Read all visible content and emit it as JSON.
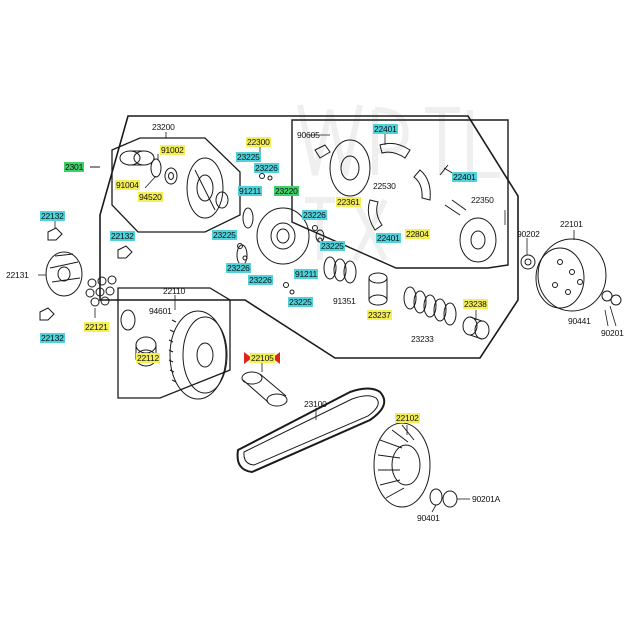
{
  "highlight_colors": {
    "yellow": "#f3ef54",
    "teal": "#4fd2dc",
    "green": "#3fd06a",
    "red": "#e0261c"
  },
  "labels": [
    {
      "text": "23200",
      "hl": "none"
    },
    {
      "text": "91002",
      "hl": "yellow"
    },
    {
      "text": "91004",
      "hl": "yellow"
    },
    {
      "text": "94520",
      "hl": "yellow"
    },
    {
      "text": "2301",
      "hl": "green"
    },
    {
      "text": "22300",
      "hl": "yellow"
    },
    {
      "text": "23225",
      "hl": "teal"
    },
    {
      "text": "23226",
      "hl": "teal"
    },
    {
      "text": "91211",
      "hl": "teal"
    },
    {
      "text": "23220",
      "hl": "green"
    },
    {
      "text": "23226",
      "hl": "teal"
    },
    {
      "text": "23225",
      "hl": "teal"
    },
    {
      "text": "23225",
      "hl": "teal"
    },
    {
      "text": "23226",
      "hl": "teal"
    },
    {
      "text": "91211",
      "hl": "teal"
    },
    {
      "text": "23226",
      "hl": "teal"
    },
    {
      "text": "23225",
      "hl": "teal"
    },
    {
      "text": "91351",
      "hl": "none"
    },
    {
      "text": "23237",
      "hl": "yellow"
    },
    {
      "text": "90605",
      "hl": "none"
    },
    {
      "text": "22401",
      "hl": "teal"
    },
    {
      "text": "22401",
      "hl": "teal"
    },
    {
      "text": "22530",
      "hl": "none"
    },
    {
      "text": "22361",
      "hl": "yellow"
    },
    {
      "text": "22401",
      "hl": "teal"
    },
    {
      "text": "22350",
      "hl": "none"
    },
    {
      "text": "22804",
      "hl": "yellow"
    },
    {
      "text": "22101",
      "hl": "none"
    },
    {
      "text": "90202",
      "hl": "none"
    },
    {
      "text": "23238",
      "hl": "yellow"
    },
    {
      "text": "23233",
      "hl": "none"
    },
    {
      "text": "90441",
      "hl": "none"
    },
    {
      "text": "90201",
      "hl": "none"
    },
    {
      "text": "22132",
      "hl": "teal"
    },
    {
      "text": "22132",
      "hl": "teal"
    },
    {
      "text": "22131",
      "hl": "none"
    },
    {
      "text": "22121",
      "hl": "yellow"
    },
    {
      "text": "22132",
      "hl": "teal"
    },
    {
      "text": "22110",
      "hl": "none"
    },
    {
      "text": "94601",
      "hl": "none"
    },
    {
      "text": "22112",
      "hl": "yellow"
    },
    {
      "text": "22105",
      "hl": "yellow"
    },
    {
      "text": "23100",
      "hl": "none"
    },
    {
      "text": "22102",
      "hl": "yellow"
    },
    {
      "text": "90201A",
      "hl": "none"
    },
    {
      "text": "90401",
      "hl": "none"
    }
  ]
}
